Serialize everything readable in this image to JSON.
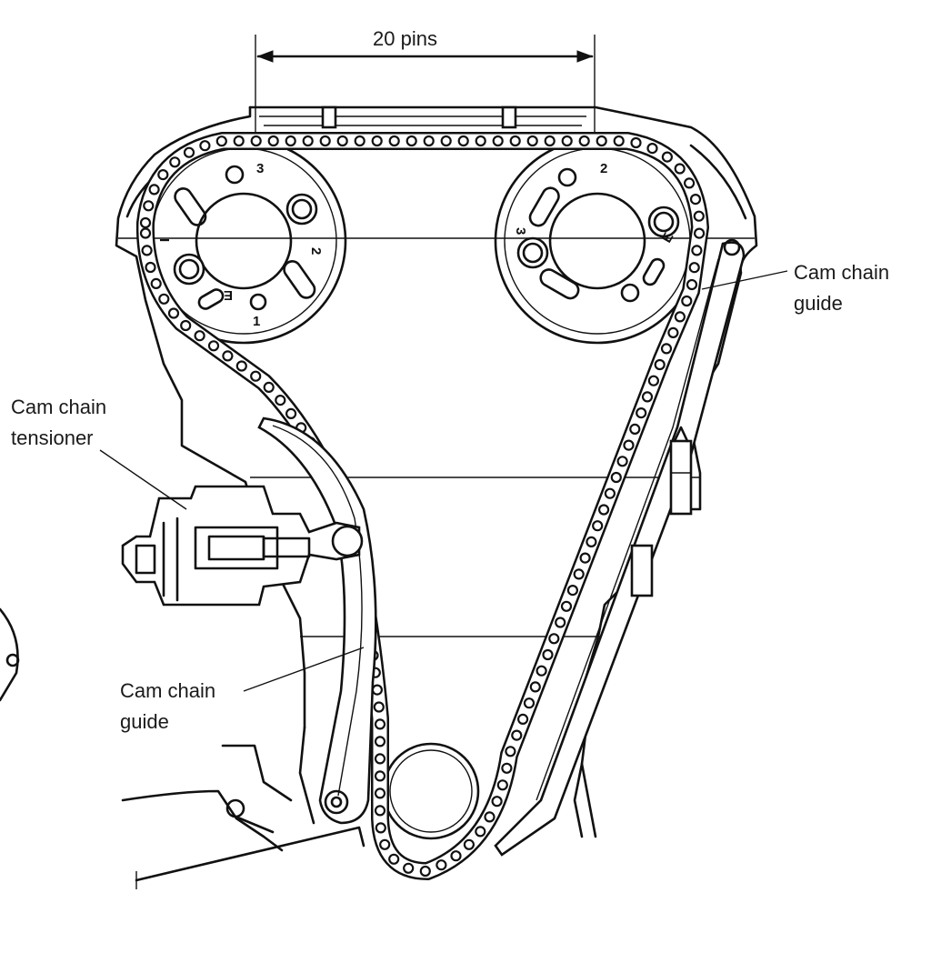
{
  "dimension": {
    "label": "20 pins"
  },
  "labels": {
    "tensioner_line1": "Cam chain",
    "tensioner_line2": "tensioner",
    "guide_front_line1": "Cam chain",
    "guide_front_line2": "guide",
    "guide_rear_line1": "Cam chain",
    "guide_rear_line2": "guide"
  },
  "sprocket_marks": {
    "left": {
      "mark_3": "3",
      "mark_2": "2",
      "mark_1": "1",
      "mark_E": "E",
      "mark_I": "I"
    },
    "right": {
      "mark_2": "2",
      "mark_3": "3",
      "mark_E": "E"
    }
  },
  "colors": {
    "ink": "#111111",
    "paper": "#ffffff"
  }
}
